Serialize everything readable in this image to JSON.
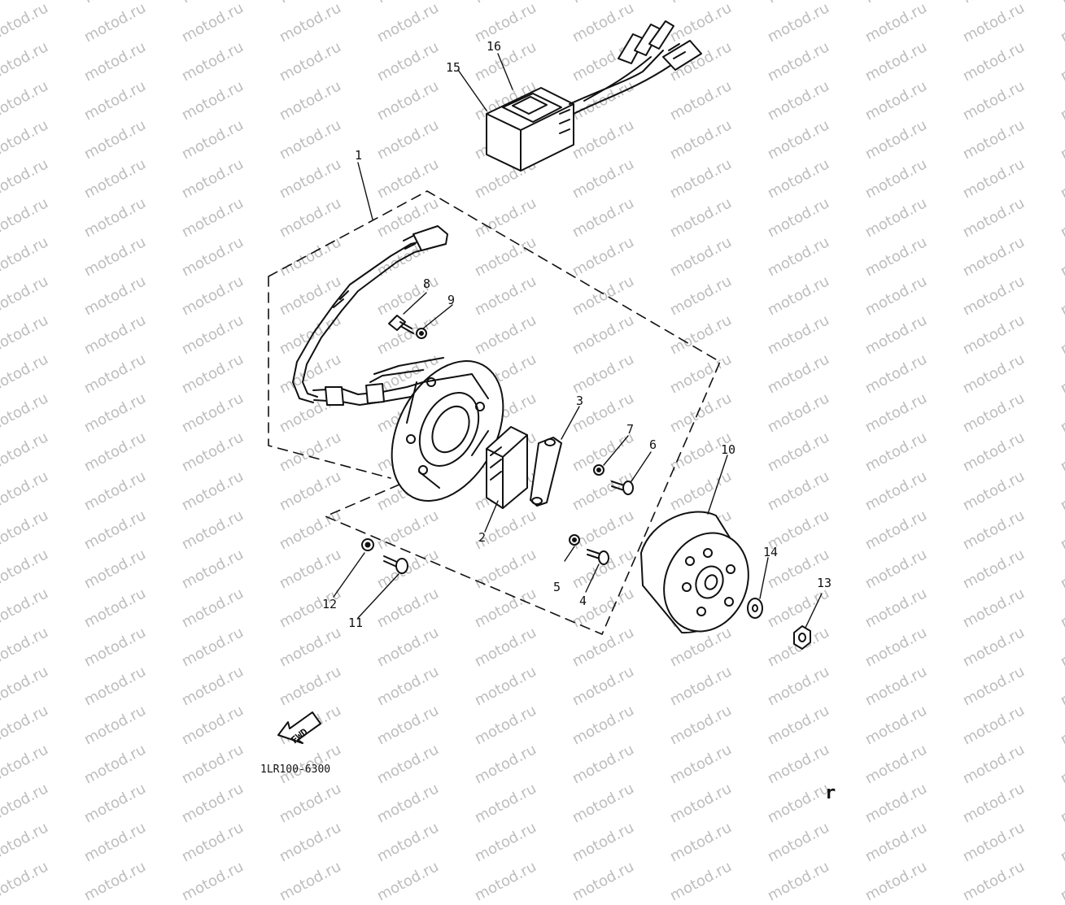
{
  "watermark": "motod.ru",
  "callouts": {
    "c1": "1",
    "c2": "2",
    "c3": "3",
    "c4": "4",
    "c5": "5",
    "c6": "6",
    "c7": "7",
    "c8": "8",
    "c9": "9",
    "c10": "10",
    "c11": "11",
    "c12": "12",
    "c13": "13",
    "c14": "14",
    "c15": "15",
    "c16": "16"
  },
  "arrow_label": "FWD",
  "diagram_code": "1LR100-6300",
  "corner_mark": "r",
  "colors": {
    "line": "#111111",
    "watermark": "#bdbdbd",
    "background": "#ffffff"
  }
}
